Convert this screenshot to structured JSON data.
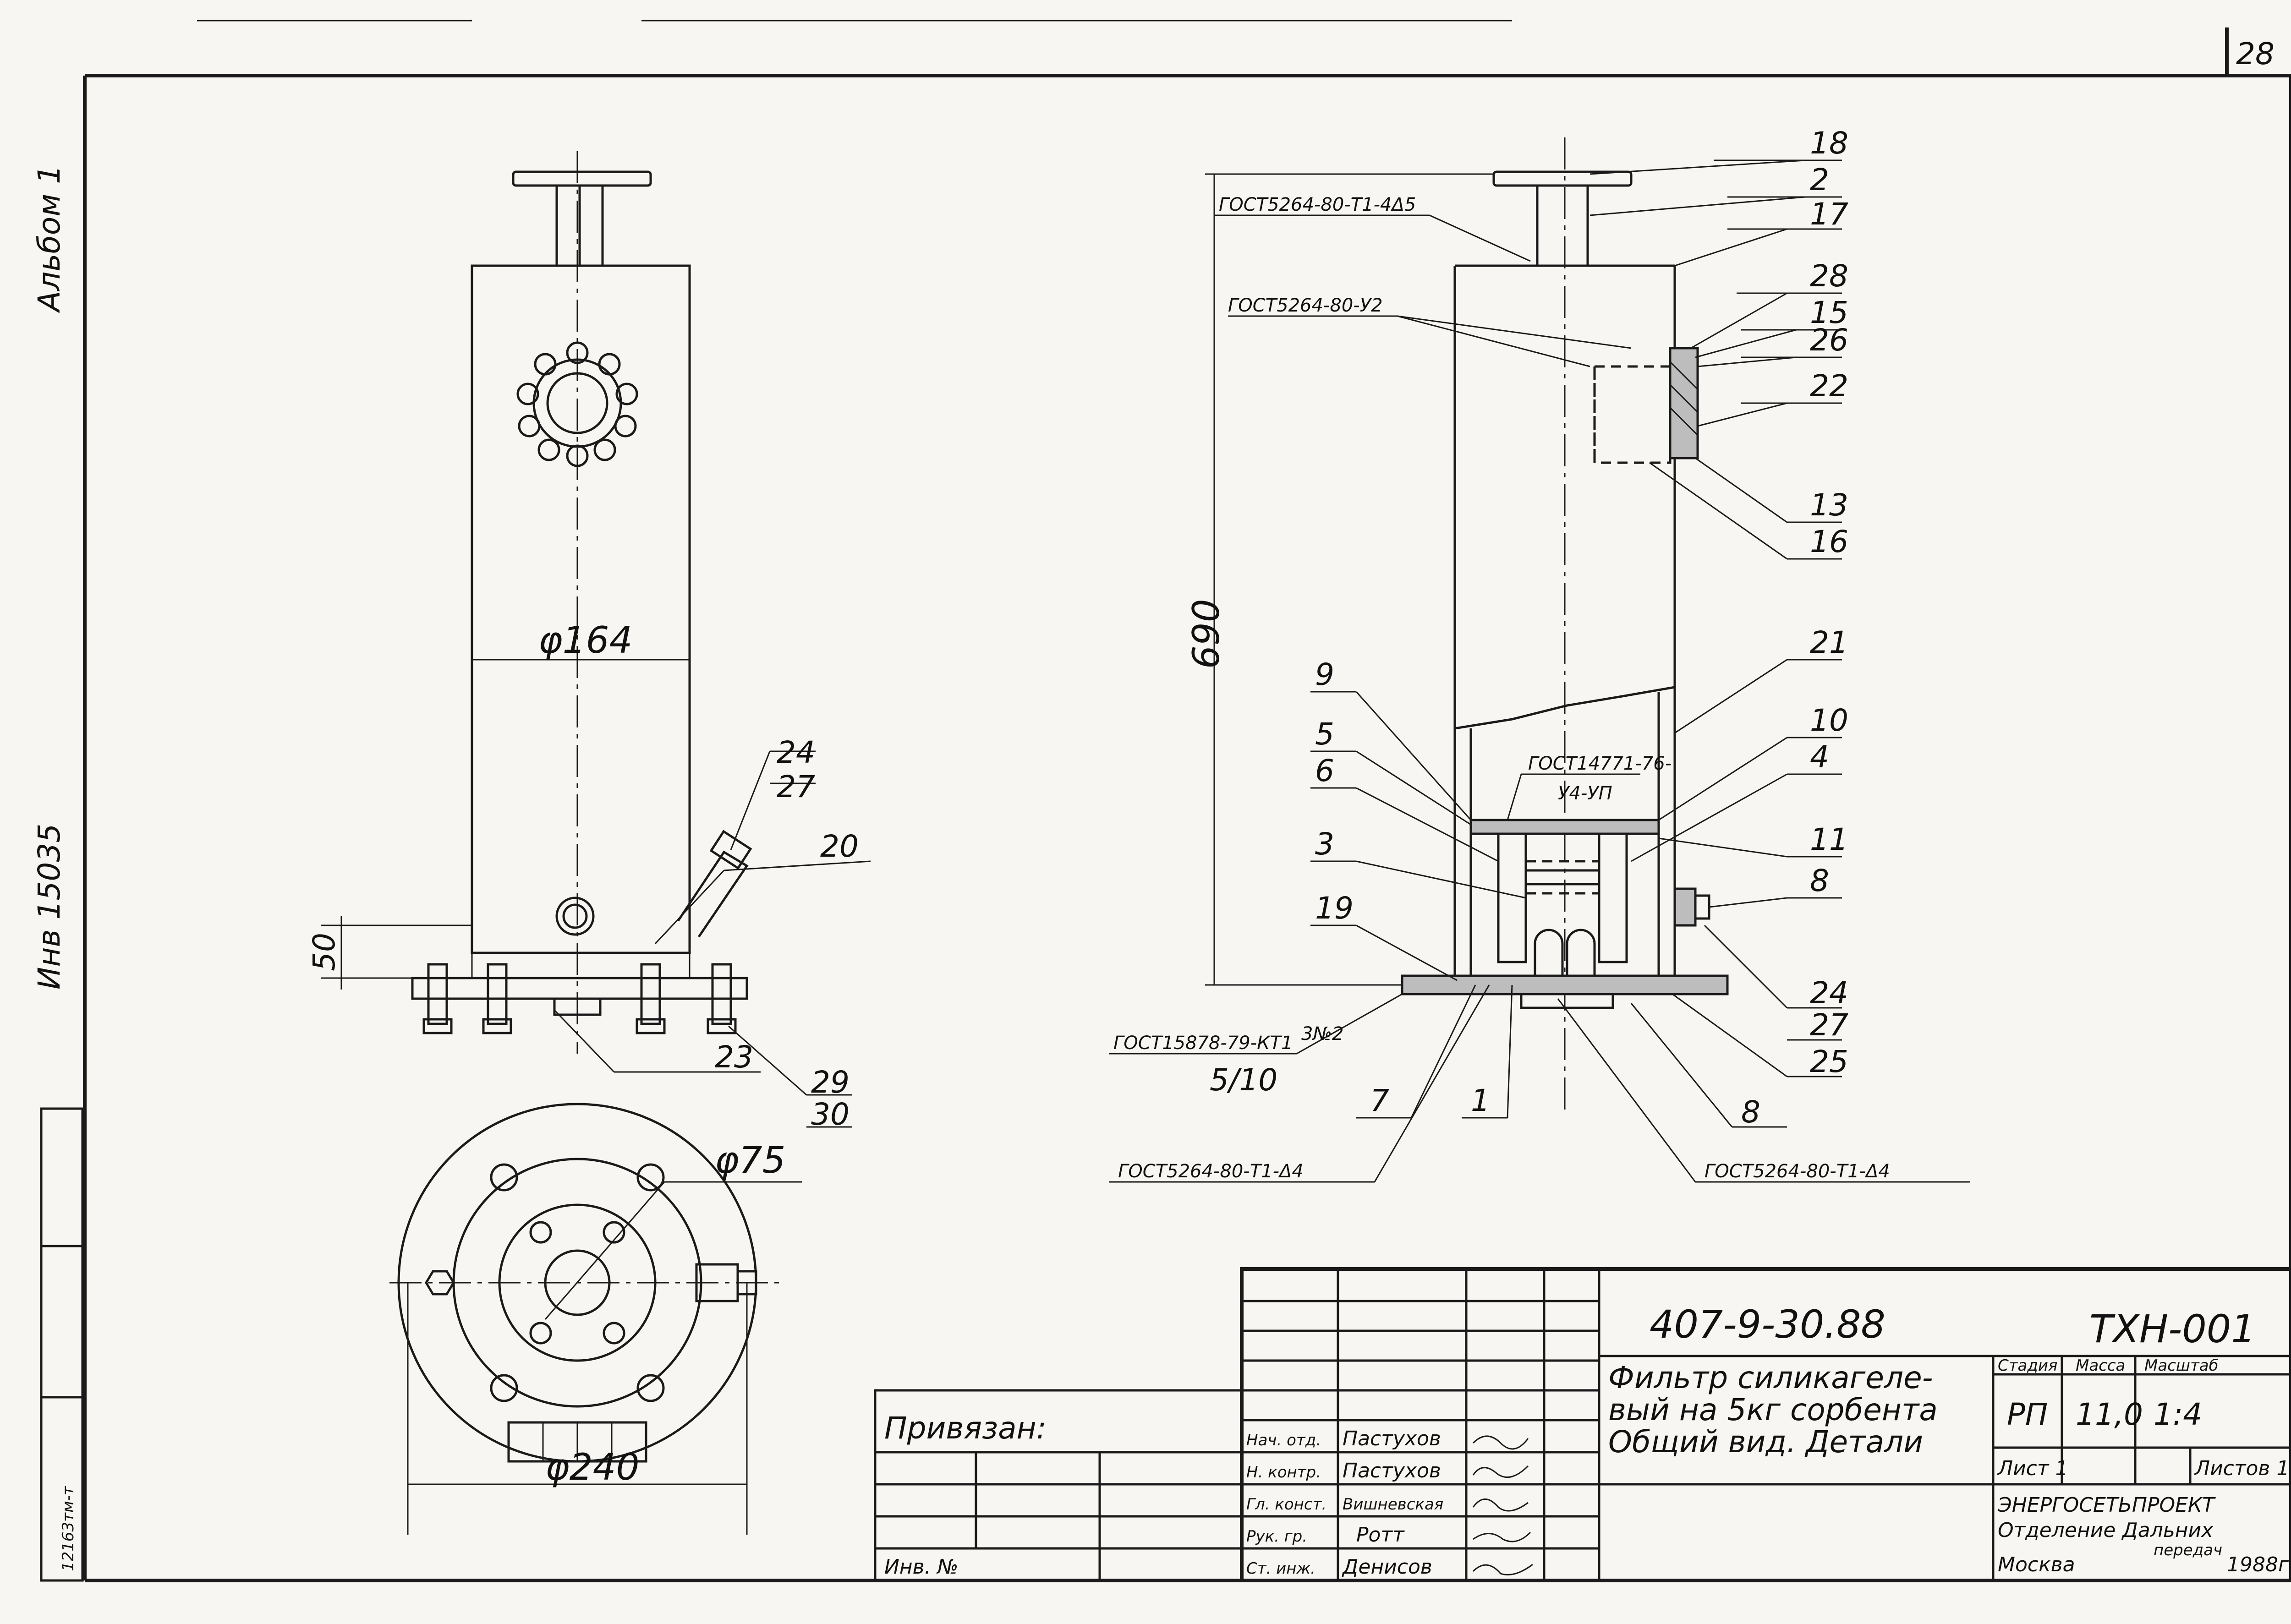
{
  "sheet": {
    "page_number": "28",
    "margin_album": "Альбом 1",
    "margin_inventory": "Инв 15035",
    "margin_code": "12163тм-т"
  },
  "front_view": {
    "dim_diameter": "φ164",
    "dim_height": "50",
    "callouts": [
      "24",
      "27",
      "20",
      "23",
      "29",
      "30"
    ]
  },
  "bottom_view": {
    "dim_outer": "φ240",
    "dim_inner": "φ75"
  },
  "section_view": {
    "dim_height": "690",
    "gost_top_1": "ГОСТ5264-80-Т1-4Δ5",
    "gost_top_2": "ГОСТ5264-80-У2",
    "gost_mid": "ГОСТ14771-76-",
    "gost_mid_2": "У4-УП",
    "gost_bottom_left": "ГОСТ15878-79-КТ1",
    "gost_bottom_left_sub": "3№2",
    "gost_bottom_left_frac": "5/10",
    "gost_bottom_1": "ГОСТ5264-80-Т1-Δ4",
    "gost_bottom_2": "ГОСТ5264-80-Т1-Δ4",
    "callouts_right": [
      "18",
      "2",
      "17",
      "28",
      "15",
      "26",
      "22",
      "13",
      "16",
      "21",
      "10",
      "4",
      "11",
      "8",
      "24",
      "27",
      "25",
      "8"
    ],
    "callouts_left": [
      "9",
      "5",
      "6",
      "3",
      "19",
      "7",
      "1"
    ]
  },
  "title_block": {
    "doc_code": "407-9-30.88",
    "sheet_code": "ТХН-001",
    "title_line1": "Фильтр силикагеле-",
    "title_line2": "вый на 5кг сорбента",
    "title_line3": "Общий вид. Детали",
    "stage_header": "Стадия",
    "mass_header": "Масса",
    "scale_header": "Масштаб",
    "stage": "РП",
    "mass": "11,0",
    "scale": "1:4",
    "sheet_label": "Лист 1",
    "sheets_total": "Листов 1",
    "org_line1": "ЭНЕРГОСЕТЬПРОЕКТ",
    "org_line2": "Отделение Дальних",
    "org_line3": "передач",
    "org_city": "Москва",
    "org_year": "1988г",
    "privyazan": "Привязан:",
    "inv_no": "Инв. №",
    "roles": [
      "Нач. отд.",
      "Н. контр.",
      "Гл. конст.",
      "Рук. гр.",
      "Ст. инж."
    ],
    "names": [
      "Пастухов",
      "Пастухов",
      "Вишневская",
      "Ротт",
      "Денисов"
    ]
  }
}
